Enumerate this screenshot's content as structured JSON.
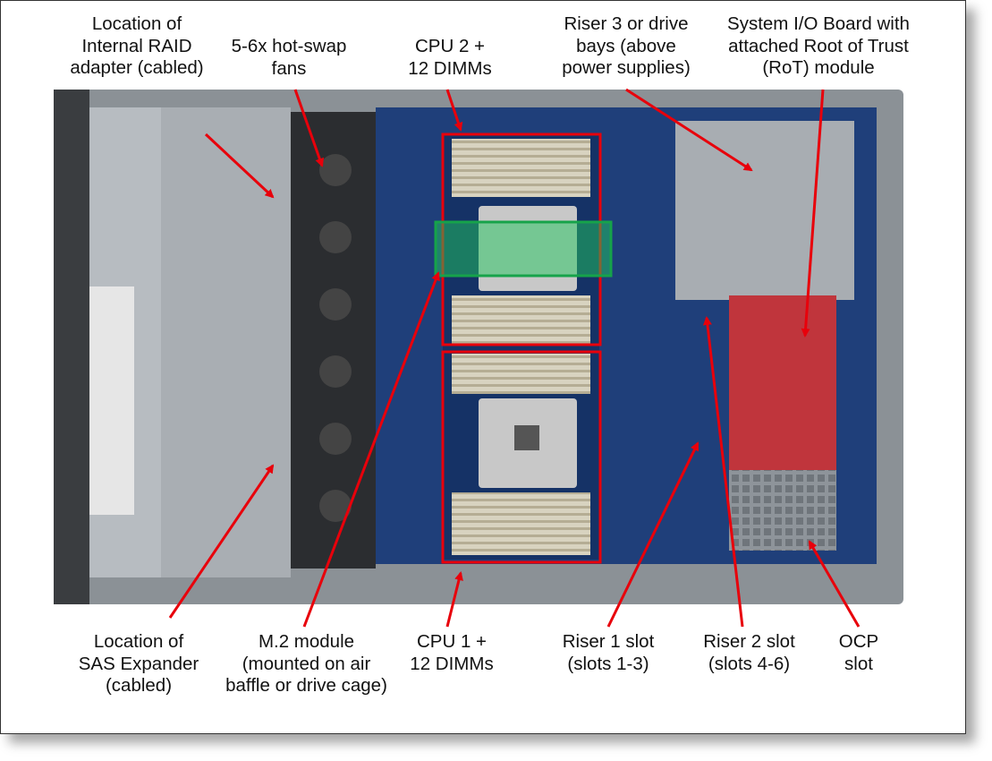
{
  "labels": {
    "raid": "Location of\nInternal RAID\nadapter (cabled)",
    "fans": "5-6x hot-swap\nfans",
    "cpu2": "CPU 2 +\n12 DIMMs",
    "riser3": "Riser 3 or drive\nbays (above\npower supplies)",
    "sysio": "System I/O Board with\nattached Root of Trust\n(RoT) module",
    "sas": "Location of\nSAS Expander\n(cabled)",
    "m2": "M.2 module\n(mounted on air\nbaffle or drive cage)",
    "cpu1": "CPU 1 +\n12 DIMMs",
    "riser1": "Riser 1 slot\n(slots 1-3)",
    "riser2": "Riser 2 slot\n(slots 4-6)",
    "ocp": "OCP\nslot"
  },
  "colors": {
    "arrow": "#e8000b",
    "highlight_red": "#e8000b",
    "highlight_green": "#22c55e",
    "board": "#1f3f7a",
    "chassis": "#9aa0a6"
  }
}
